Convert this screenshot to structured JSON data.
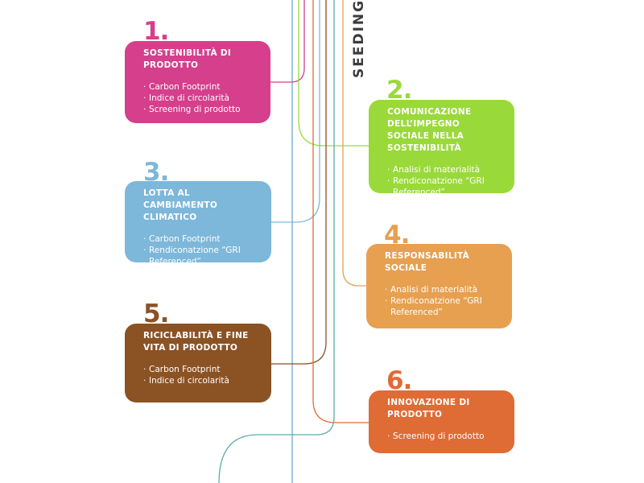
{
  "vertical_label": "SEEDING",
  "colors": {
    "magenta": "#d53f8c",
    "green": "#9ad93a",
    "blue": "#7db7da",
    "orange": "#e6a050",
    "brown": "#8b5224",
    "red_orange": "#df6b35",
    "axis": "#6fa8c8"
  },
  "cards": [
    {
      "number": "1.",
      "title": "SOSTENIBILITÀ DI PRODOTTO",
      "items": [
        "Carbon Footprint",
        "Indice di circolarità",
        "Screening di prodotto"
      ]
    },
    {
      "number": "2.",
      "title": "COMUNICAZIONE DELL’IMPEGNO SOCIALE NELLA SOSTENIBILITÀ",
      "items": [
        "Analisi di materialità",
        "Rendiconatzione “GRI Referenced”"
      ]
    },
    {
      "number": "3.",
      "title": "LOTTA AL CAMBIAMENTO CLIMATICO",
      "items": [
        "Carbon Footprint",
        "Rendiconatzione “GRI Referenced”"
      ]
    },
    {
      "number": "4.",
      "title": "RESPONSABILITÀ SOCIALE",
      "items": [
        "Analisi di materialità",
        "Rendiconatzione “GRI Referenced”"
      ]
    },
    {
      "number": "5.",
      "title": "RICICLABILITÀ E FINE VITA DI PRODOTTO",
      "items": [
        "Carbon Footprint",
        "Indice di circolarità"
      ]
    },
    {
      "number": "6.",
      "title": "INNOVAZIONE DI PRODOTTO",
      "items": [
        "Screening di prodotto"
      ]
    }
  ]
}
